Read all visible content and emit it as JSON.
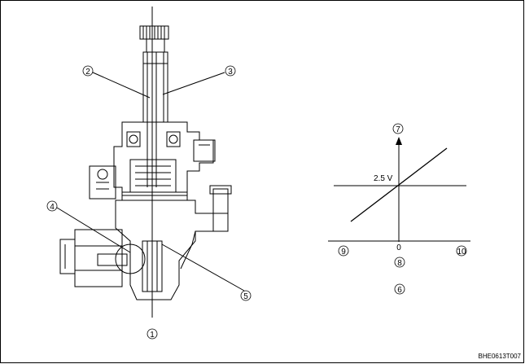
{
  "callouts": {
    "c1": "1",
    "c2": "2",
    "c3": "3",
    "c4": "4",
    "c5": "5",
    "c6": "6",
    "c7": "7",
    "c8": "8",
    "c9": "9",
    "c10": "10"
  },
  "graph": {
    "voltage_label": "2.5 V",
    "origin_label": "0"
  },
  "figure_code": "BHE0613T007"
}
